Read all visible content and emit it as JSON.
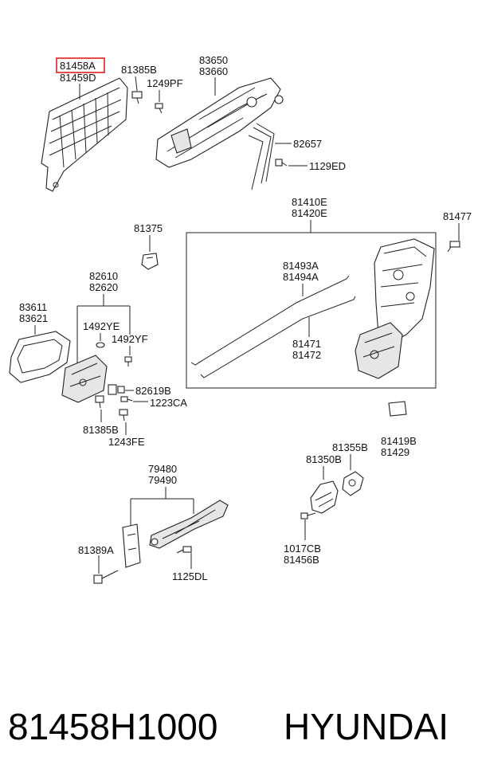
{
  "highlight_color": "#e02020",
  "labels": {
    "p81458a": "81458A",
    "p81459d": "81459D",
    "p81385b_top": "81385B",
    "p1249pf": "1249PF",
    "p83650": "83650",
    "p83660": "83660",
    "p82657": "82657",
    "p1129ed": "1129ED",
    "p81410e": "81410E",
    "p81420e": "81420E",
    "p81477": "81477",
    "p81375": "81375",
    "p81493a": "81493A",
    "p81494a": "81494A",
    "p81471": "81471",
    "p81472": "81472",
    "p82610": "82610",
    "p82620": "82620",
    "p83611": "83611",
    "p83621": "83621",
    "p1492ye": "1492YE",
    "p1492yf": "1492YF",
    "p82619b": "82619B",
    "p1223ca": "1223CA",
    "p81385b_bot": "81385B",
    "p1243fe": "1243FE",
    "p81419b": "81419B",
    "p81429": "81429",
    "p81355b": "81355B",
    "p81350b": "81350B",
    "p1017cb": "1017CB",
    "p81456b": "81456B",
    "p79480": "79480",
    "p79490": "79490",
    "p81389a": "81389A",
    "p1125dl": "1125DL"
  },
  "footer": {
    "part_number": "81458H1000",
    "brand": "HYUNDAI"
  }
}
